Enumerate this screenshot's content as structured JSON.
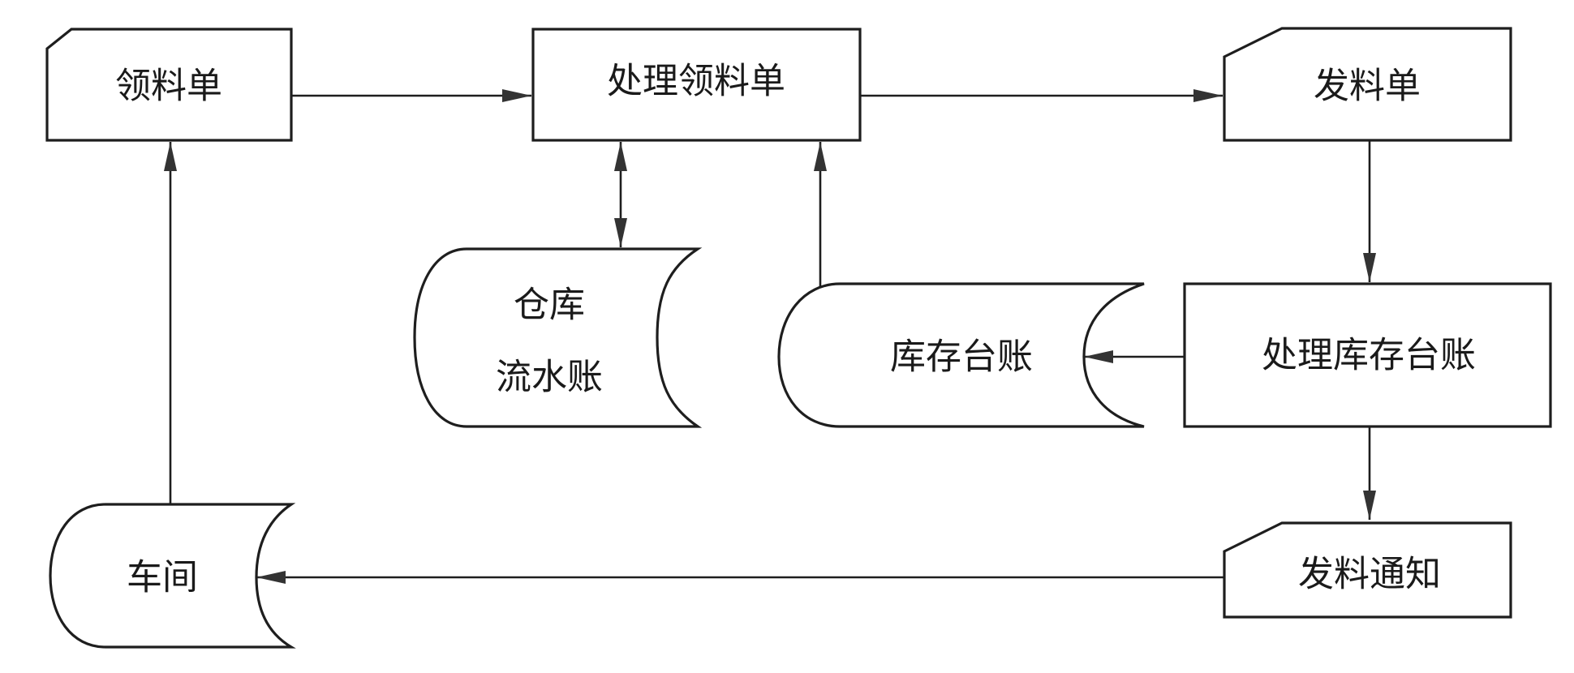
{
  "diagram": {
    "type": "data-flow-diagram",
    "nodes": [
      {
        "id": "lingliaodan",
        "label": "领料单",
        "shape": "document"
      },
      {
        "id": "chuli_lingliaodan",
        "label": "处理领料单",
        "shape": "process"
      },
      {
        "id": "faliaodan",
        "label": "发料单",
        "shape": "document"
      },
      {
        "id": "cangku_liushuizhang",
        "label_lines": [
          "仓库",
          "流水账"
        ],
        "shape": "storage"
      },
      {
        "id": "kucun_taizhang",
        "label": "库存台账",
        "shape": "storage"
      },
      {
        "id": "chuli_kucun_taizhang",
        "label": "处理库存台账",
        "shape": "process"
      },
      {
        "id": "chejian",
        "label": "车间",
        "shape": "storage"
      },
      {
        "id": "faliao_tongzhi",
        "label": "发料通知",
        "shape": "document"
      }
    ],
    "edges": [
      {
        "from": "lingliaodan",
        "to": "chuli_lingliaodan",
        "direction": "forward"
      },
      {
        "from": "chuli_lingliaodan",
        "to": "faliaodan",
        "direction": "forward"
      },
      {
        "from": "chuli_lingliaodan",
        "to": "cangku_liushuizhang",
        "direction": "both"
      },
      {
        "from": "kucun_taizhang",
        "to": "chuli_lingliaodan",
        "direction": "forward"
      },
      {
        "from": "faliaodan",
        "to": "chuli_kucun_taizhang",
        "direction": "forward"
      },
      {
        "from": "chuli_kucun_taizhang",
        "to": "kucun_taizhang",
        "direction": "forward"
      },
      {
        "from": "chuli_kucun_taizhang",
        "to": "faliao_tongzhi",
        "direction": "forward"
      },
      {
        "from": "faliao_tongzhi",
        "to": "chejian",
        "direction": "forward"
      },
      {
        "from": "chejian",
        "to": "lingliaodan",
        "direction": "forward"
      }
    ]
  }
}
